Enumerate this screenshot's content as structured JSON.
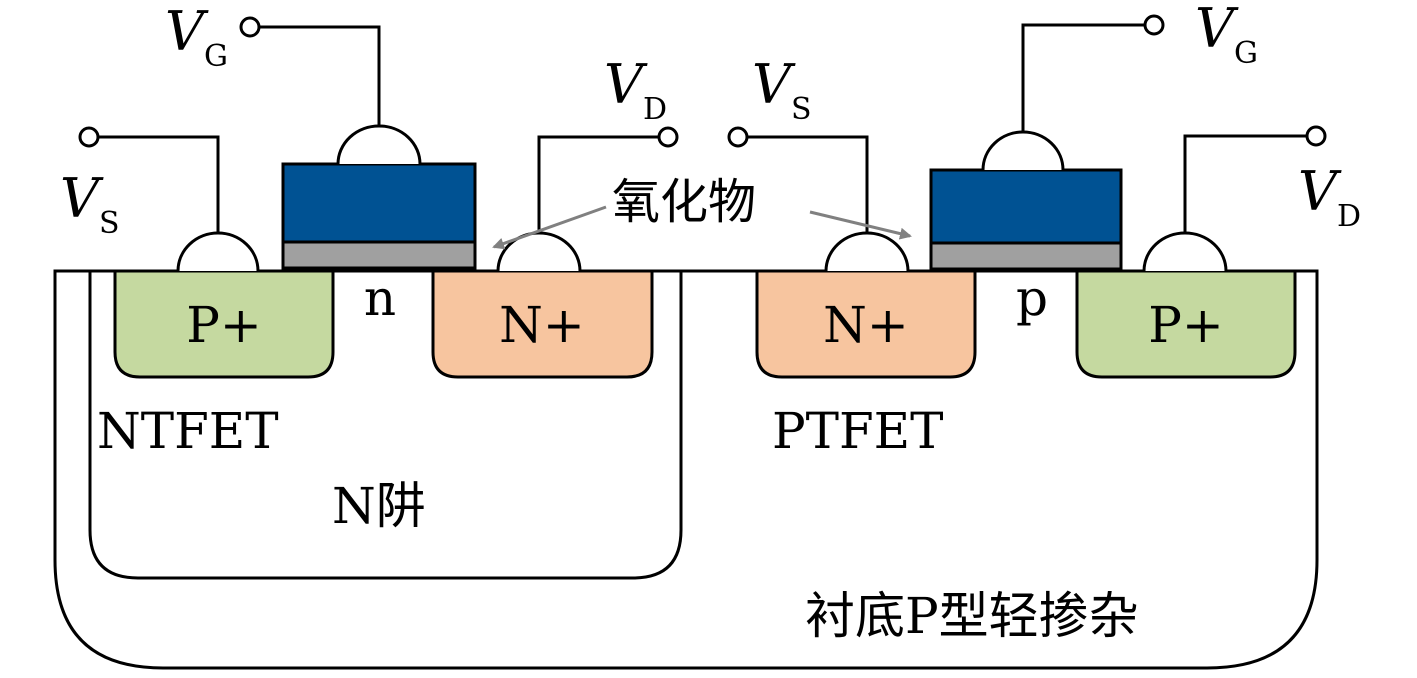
{
  "labels": {
    "vg_left": "V",
    "vg_left_sub": "G",
    "vd_left": "V",
    "vd_left_sub": "D",
    "vs_left": "V",
    "vs_left_sub": "S",
    "vs_right": "V",
    "vs_right_sub": "S",
    "vg_right": "V",
    "vg_right_sub": "G",
    "vd_right": "V",
    "vd_right_sub": "D",
    "oxide": "氧化物",
    "p_plus_left": "P+",
    "n_plus_left": "N+",
    "n_plus_right": "N+",
    "p_plus_right": "P+",
    "n_channel": "n",
    "p_channel": "p",
    "ntfet": "NTFET",
    "ptfet": "PTFET",
    "n_well": "N阱",
    "substrate": "衬底P型轻掺杂"
  },
  "colors": {
    "gate": "#005293",
    "oxide_layer": "#a0a0a0",
    "p_plus": "#c5d9a0",
    "n_plus": "#f7c59f",
    "arrow": "#808080",
    "line": "#000000"
  }
}
